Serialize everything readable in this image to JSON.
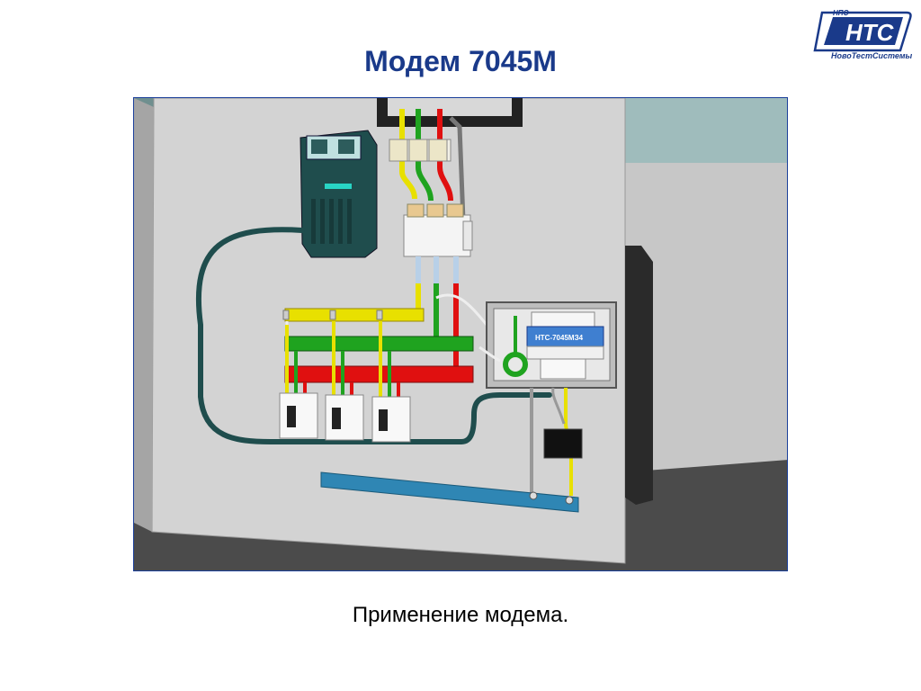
{
  "slide": {
    "title": "Модем 7045М",
    "caption": "Применение модема."
  },
  "logo": {
    "small_text": "НПО",
    "main_text": "НТС",
    "subtitle": "НовоТестСистемы",
    "color": "#1a3a8a"
  },
  "device": {
    "label": "НТС-7045МЗ4",
    "label_color": "#3f7fd0"
  },
  "colors": {
    "panel": "#d3d3d3",
    "floor": "#4b4b4b",
    "back_wall": "#9fbcbc",
    "phase_yellow": "#e8e000",
    "phase_green": "#1fa31f",
    "phase_red": "#e01010",
    "neutral_bar": "#2f86b4",
    "meter": "#1f4d4d"
  },
  "icons": [
    "meter-icon",
    "breaker-icon",
    "modem-icon",
    "current-transformer-icon",
    "logo-icon"
  ]
}
